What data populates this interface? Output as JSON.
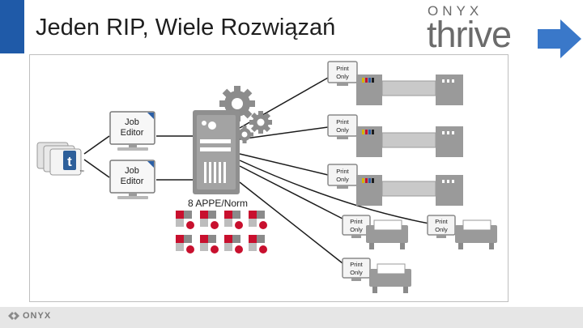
{
  "slide": {
    "title": "Jeden RIP, Wiele Rozwiązań"
  },
  "logo": {
    "brand": "ONYX",
    "product": "thrive"
  },
  "footer": {
    "brand": "ONYX"
  },
  "diagram": {
    "job_editor_label": [
      "Job",
      "Editor"
    ],
    "print_only_label": [
      "Print",
      "Only"
    ],
    "norm_label": "8 APPE/Norm",
    "app_icon_letter": "t",
    "app_icon_tm": "™"
  },
  "colors": {
    "accent": "#1f5aa8",
    "arrow": "#3a78c9",
    "chip_red": "#c8102e"
  }
}
